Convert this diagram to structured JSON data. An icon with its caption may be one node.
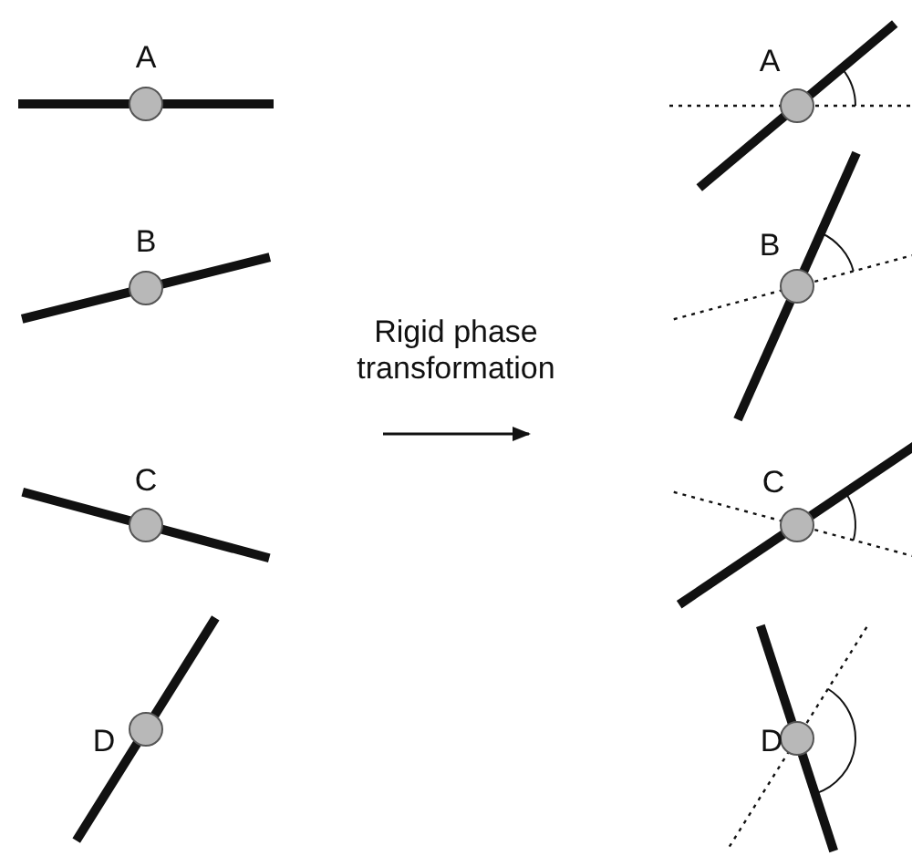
{
  "diagram": {
    "labels": [
      "A",
      "A",
      "B",
      "Rigid phase transformation",
      "B",
      "C",
      "C",
      "D",
      "D"
    ]
  }
}
